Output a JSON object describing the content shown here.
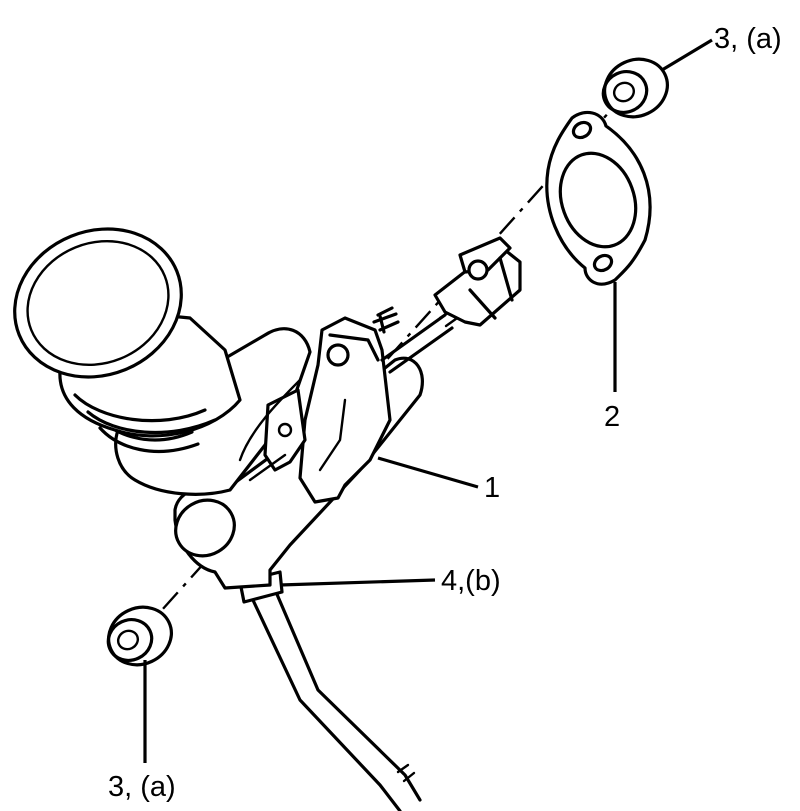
{
  "callouts": {
    "part_1": "1",
    "part_2": "2",
    "part_3_top": "3, (a)",
    "part_3_bottom": "3, (a)",
    "part_4": "4,(b)"
  }
}
